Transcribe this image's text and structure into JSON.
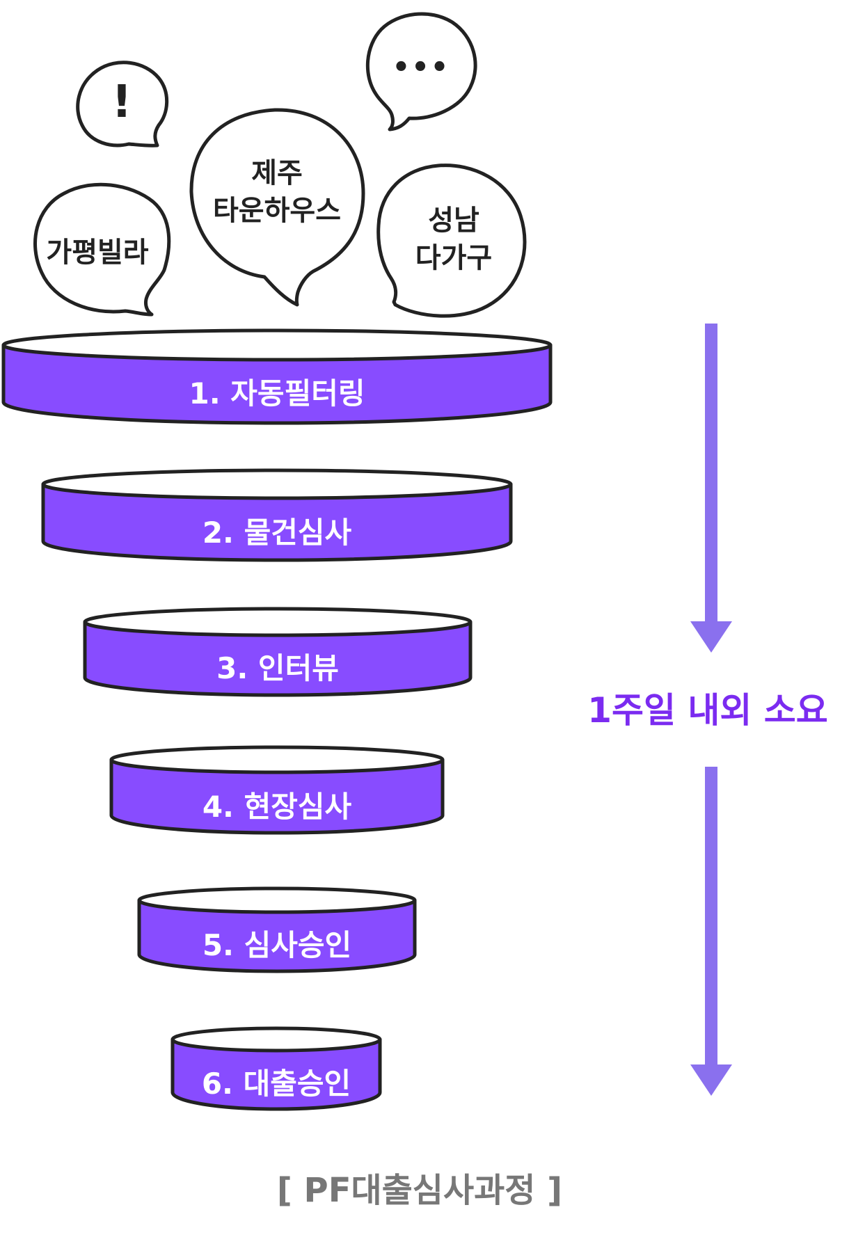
{
  "bubbles": {
    "exclaim_symbol": "!",
    "gapyeong": "가평빌라",
    "jeju_line1": "제주",
    "jeju_line2": "타운하우스",
    "ellipsis_symbol": "•••",
    "seongnam_line1": "성남",
    "seongnam_line2": "다가구"
  },
  "stages": [
    {
      "label": "1. 자동필터링"
    },
    {
      "label": "2. 물건심사"
    },
    {
      "label": "3. 인터뷰"
    },
    {
      "label": "4. 현장심사"
    },
    {
      "label": "5. 심사승인"
    },
    {
      "label": "6. 대출승인"
    }
  ],
  "duration": {
    "label": "1주일 내외 소요"
  },
  "caption": "[ PF대출심사과정 ]",
  "colors": {
    "funnel_fill": "#884CFF",
    "outline": "#222222",
    "arrow": "#8A70EE",
    "duration_text": "#7B2BF0",
    "caption_text": "#777777"
  }
}
